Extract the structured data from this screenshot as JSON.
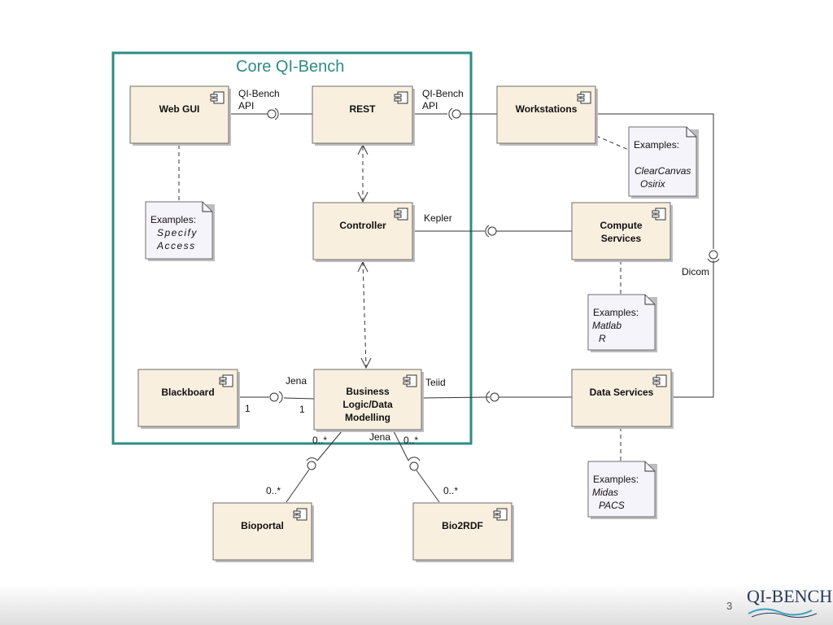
{
  "core": {
    "title": "Core QI-Bench"
  },
  "components": {
    "web_gui": "Web GUI",
    "rest": "REST",
    "workstations": "Workstations",
    "controller": "Controller",
    "compute_services": [
      "Compute",
      "Services"
    ],
    "blackboard": "Blackboard",
    "business_logic": [
      "Business",
      "Logic/Data",
      "Modelling"
    ],
    "data_services": "Data Services",
    "bioportal": "Bioportal",
    "bio2rdf": "Bio2RDF"
  },
  "interfaces": {
    "qibench_api_1": [
      "QI-Bench",
      "API"
    ],
    "qibench_api_2": [
      "QI-Bench",
      "API"
    ],
    "kepler": "Kepler",
    "dicom": "Dicom",
    "jena_left": "Jena",
    "jena_bottom": "Jena",
    "teiid": "Teiid"
  },
  "multiplicities": {
    "blackboard_side": "1",
    "business_side": "1",
    "bioportal_top": "0..*",
    "bioportal_bottom": "0..*",
    "bio2rdf_top": "0..*",
    "bio2rdf_bottom": "0..*"
  },
  "notes": {
    "webgui": {
      "title": "Examples:",
      "items": [
        "Specify",
        "Access"
      ]
    },
    "workstations": {
      "title": "Examples:",
      "items": [
        "ClearCanvas",
        "Osirix"
      ]
    },
    "compute": {
      "title": "Examples:",
      "items": [
        "Matlab",
        "R"
      ]
    },
    "data": {
      "title": "Examples:",
      "items": [
        "Midas",
        "PACS"
      ]
    }
  },
  "footer": {
    "page_number": "3",
    "logo_text": "QI-BENCH"
  },
  "colors": {
    "core_frame": "#2e8b84",
    "component_fill": "#f8efdf",
    "note_fill": "#f6f4fb"
  }
}
